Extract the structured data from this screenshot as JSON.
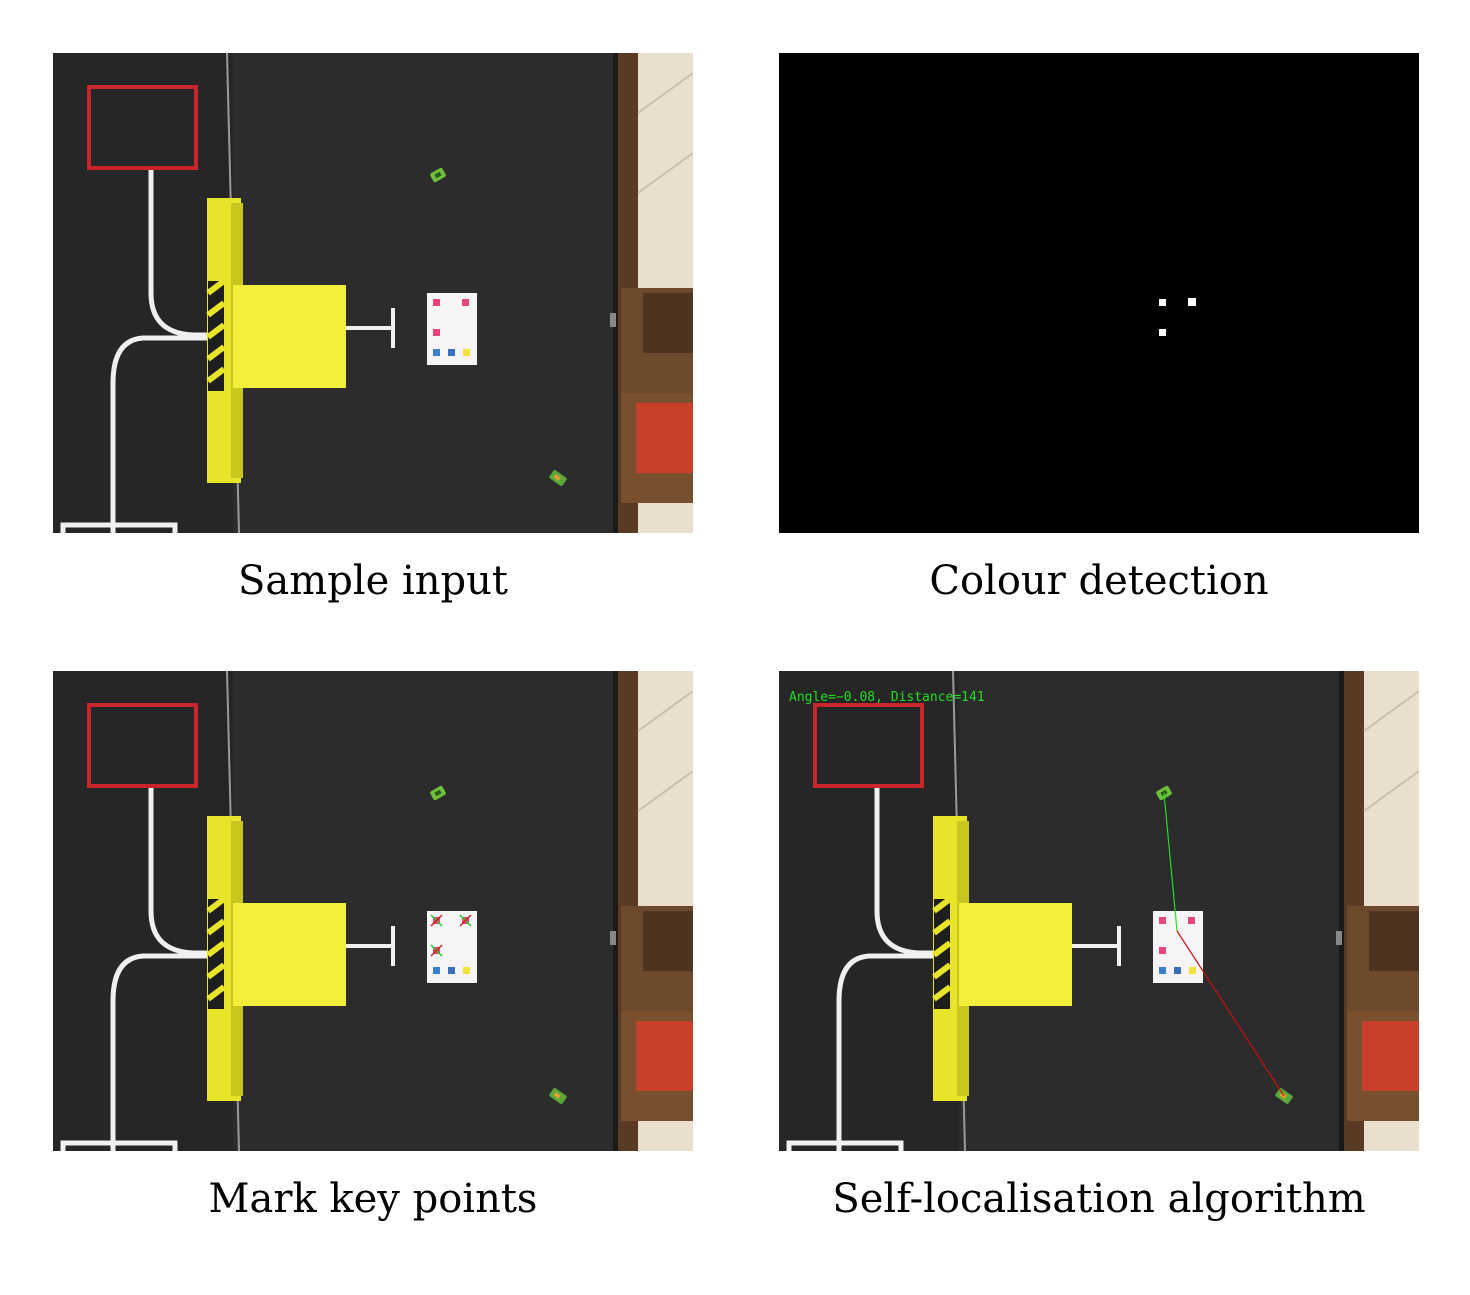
{
  "panels": [
    {
      "caption": "Sample input"
    },
    {
      "caption": "Colour detection"
    },
    {
      "caption": "Mark key points"
    },
    {
      "caption": "Self-localisation algorithm"
    }
  ],
  "overlay_text": "Angle=−0.08, Distance=141",
  "colors": {
    "floor": "#2b2b2b",
    "yellow": "#f2ee2e",
    "red_line": "#d1252b",
    "white_line": "#f2f2f2",
    "green_line": "#22dd22",
    "red_ray": "#cc1111",
    "marker_pink": "#e8457a",
    "marker_blue": "#3a7fd0",
    "marker_yellow": "#f2e23a",
    "wood": "#8a5a35",
    "chair_red": "#c8402c",
    "floor_tile": "#eadfcf"
  }
}
